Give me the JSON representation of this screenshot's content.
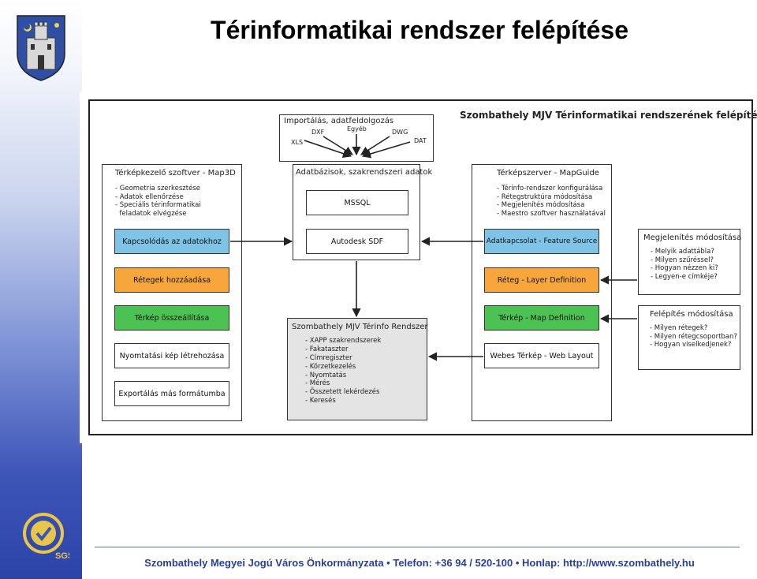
{
  "slide": {
    "title": "Térinformatikai rendszer felépítése",
    "footer": "Szombathely Megyei Jogú Város Önkormányzata • Telefon: +36 94 / 520-100 • Honlap: http://www.szombathely.hu"
  },
  "logos": {
    "cert_text": "SGS"
  },
  "diagram": {
    "title": "Szombathely MJV Térinformatikai rendszerének felépítése",
    "import": {
      "title": "Importálás, adatfeldolgozás",
      "formats": [
        "XLS",
        "DXF",
        "Egyéb",
        "DWG",
        "DAT"
      ]
    },
    "map3d": {
      "title": "Térképkezelő szoftver - Map3D",
      "items": [
        "- Geometria szerkesztése",
        "- Adatok ellenőrzése",
        "- Speciális térinformatikai",
        "  feladatok elvégzése"
      ],
      "boxes": [
        "Kapcsolódás az adatokhoz",
        "Rétegek hozzáadása",
        "Térkép összeállítása",
        "Nyomtatási kép létrehozása",
        "Exportálás más formátumba"
      ]
    },
    "databases": {
      "title": "Adatbázisok, szakrendszeri adatok",
      "boxes": [
        "MSSQL",
        "Autodesk SDF"
      ]
    },
    "mapguide": {
      "title": "Térképszerver - MapGuide",
      "items": [
        "- Térinfo-rendszer konfigurálása",
        "- Rétegstruktúra módosítása",
        "- Megjelenítés módosítása",
        "- Maestro szoftver használatával"
      ],
      "boxes": [
        "Adatkapcsolat - Feature Source",
        "Réteg - Layer Definition",
        "Térkép - Map Definition",
        "Webes Térkép - Web Layout"
      ]
    },
    "display_mod": {
      "title": "Megjelenítés módosítása",
      "items": [
        "- Melyik adattábla?",
        "- Milyen szűréssel?",
        "- Hogyan nézzen ki?",
        "- Legyen-e címkéje?"
      ]
    },
    "structure_mod": {
      "title": "Felépítés módosítása",
      "items": [
        "- Milyen rétegek?",
        "- Milyen rétegcsoportban?",
        "- Hogyan viselkedjenek?"
      ]
    },
    "terinfo": {
      "title": "Szombathely MJV Térinfo Rendszer",
      "items": [
        "- XAPP szakrendszerek",
        "- Fakataszter",
        "- Címregiszter",
        "- Körzetkezelés",
        "- Nyomtatás",
        "- Mérés",
        "- Összetett lekérdezés",
        "- Keresés"
      ]
    }
  },
  "colors": {
    "blue_box": "#7fc4e6",
    "orange_box": "#f7a63c",
    "green_box": "#4cc253",
    "footer_text": "#2a3f9d"
  }
}
